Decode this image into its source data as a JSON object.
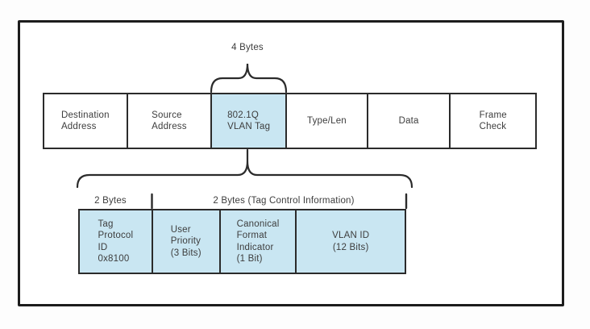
{
  "diagram": {
    "labels": {
      "four_bytes": "4 Bytes",
      "two_bytes": "2 Bytes",
      "tag_control": "2 Bytes (Tag Control Information)"
    },
    "colors": {
      "highlight_fill": "#c9e6f2",
      "line": "#2b2b2b",
      "text": "#3d3d3d",
      "border": "#1c1c1c"
    },
    "frame_row": {
      "fields": [
        {
          "label": "Destination\nAddress",
          "highlighted": false
        },
        {
          "label": "Source\nAddress",
          "highlighted": false
        },
        {
          "label": "802.1Q\nVLAN Tag",
          "highlighted": true
        },
        {
          "label": "Type/Len",
          "highlighted": false
        },
        {
          "label": "Data",
          "highlighted": false
        },
        {
          "label": "Frame\nCheck",
          "highlighted": false
        }
      ]
    },
    "tag_row": {
      "fields": [
        {
          "label": "Tag\nProtocol\nID\n0x8100",
          "highlighted": true
        },
        {
          "label": "User\nPriority\n(3 Bits)",
          "highlighted": true
        },
        {
          "label": "Canonical\nFormat\nIndicator\n(1 Bit)",
          "highlighted": true
        },
        {
          "label": "VLAN ID\n(12 Bits)",
          "highlighted": true
        }
      ]
    }
  }
}
